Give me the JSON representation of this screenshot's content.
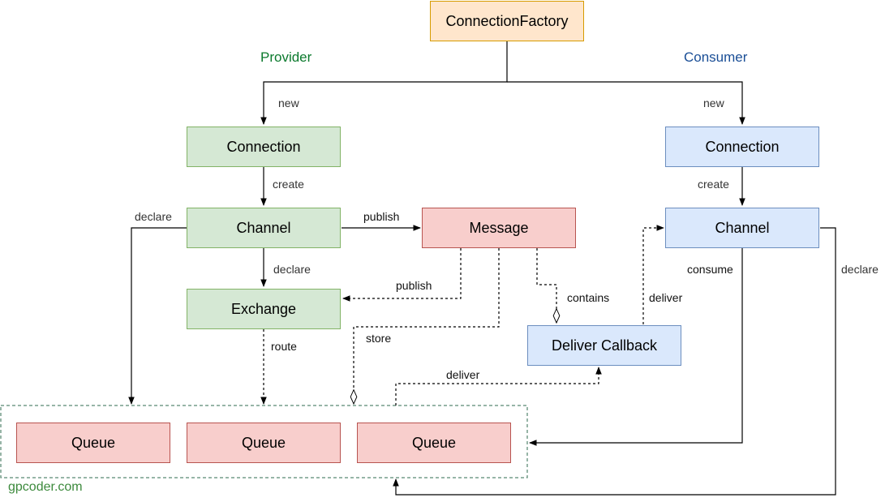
{
  "colors": {
    "factory_fill": "#ffe6cc",
    "factory_stroke": "#d79b00",
    "provider_fill": "#d5e8d4",
    "provider_stroke": "#82b366",
    "consumer_fill": "#dae8fc",
    "consumer_stroke": "#6c8ebf",
    "message_fill": "#f8cecc",
    "message_stroke": "#b85450",
    "group_stroke": "#2f6b4f",
    "provider_text": "#0c7a2e",
    "consumer_text": "#1a4e96",
    "watermark_text": "#3d8a3d"
  },
  "lanes": {
    "provider": "Provider",
    "consumer": "Consumer"
  },
  "nodes": {
    "connection_factory": "ConnectionFactory",
    "provider_connection": "Connection",
    "provider_channel": "Channel",
    "exchange": "Exchange",
    "message": "Message",
    "consumer_connection": "Connection",
    "consumer_channel": "Channel",
    "deliver_callback": "Deliver Callback",
    "queue_1": "Queue",
    "queue_2": "Queue",
    "queue_3": "Queue"
  },
  "edge_labels": {
    "new_provider": "new",
    "new_consumer": "new",
    "create_provider": "create",
    "create_consumer": "create",
    "declare_left": "declare",
    "declare_exchange": "declare",
    "publish_message": "publish",
    "publish_exchange": "publish",
    "store": "store",
    "contains": "contains",
    "deliver_callback_channel": "deliver",
    "deliver_queue_callback": "deliver",
    "route": "route",
    "consume": "consume",
    "declare_right": "declare"
  },
  "watermark": "gpcoder.com"
}
